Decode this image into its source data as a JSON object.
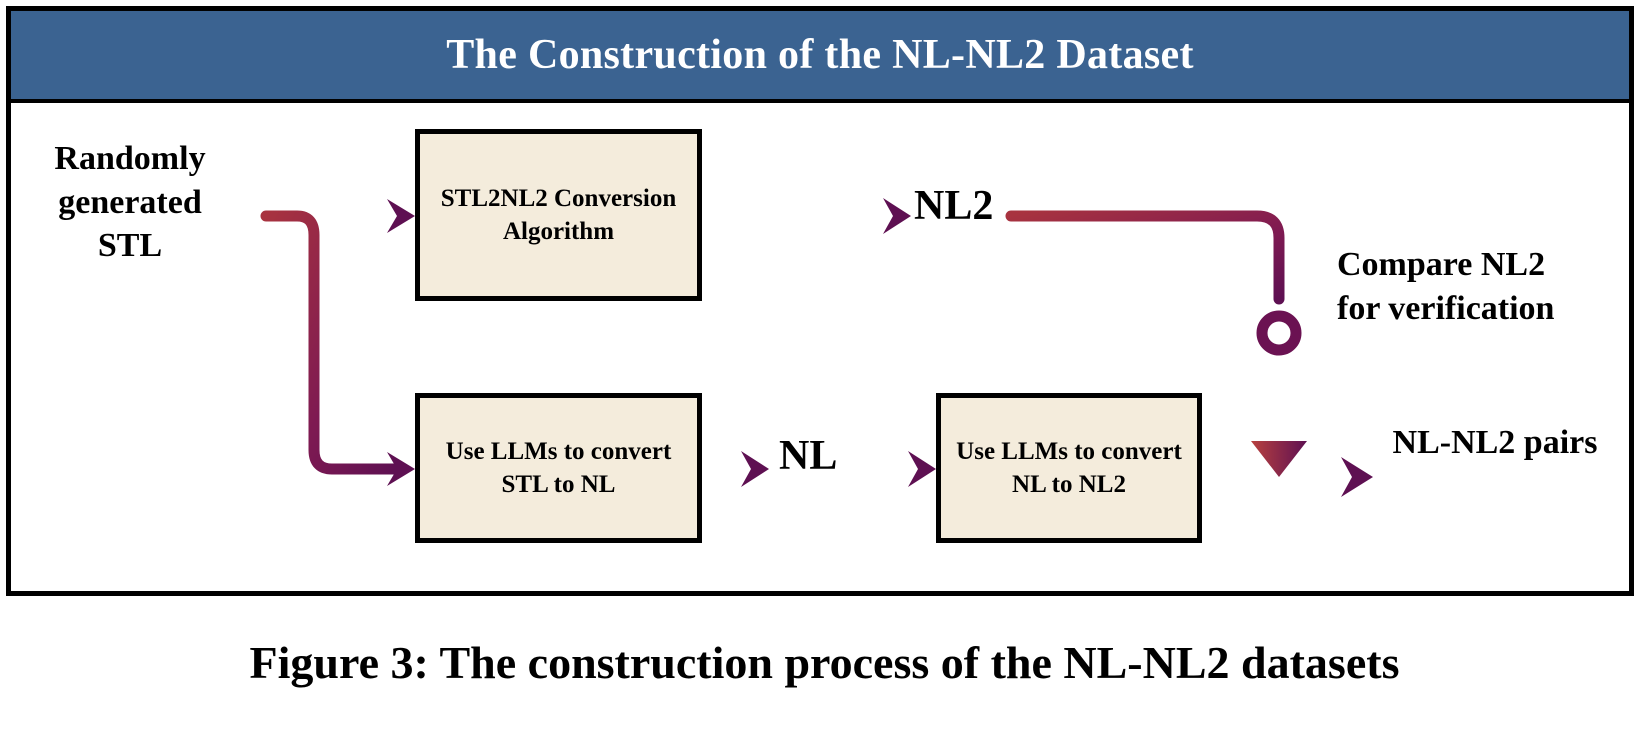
{
  "figure": {
    "title": "The Construction of the NL-NL2 Dataset",
    "caption": "Figure 3: The construction process of the NL-NL2 datasets",
    "title_bar_color": "#3b6391",
    "box_fill_color": "#f4ecdc",
    "box_border_color": "#000000",
    "arrow_gradient_start": "#b03a3f",
    "arrow_gradient_end": "#5e1052"
  },
  "diagram": {
    "inputs": [
      {
        "name": "randomly-generated-stl",
        "text": "Randomly generated STL"
      }
    ],
    "boxes": [
      {
        "name": "stl2nl2-conversion-algorithm",
        "text": "STL2NL2 Conversion Algorithm"
      },
      {
        "name": "use-llms-convert-stl-to-nl",
        "text": "Use LLMs to convert STL to NL"
      },
      {
        "name": "use-llms-convert-nl-to-nl2",
        "text": "Use LLMs to convert NL to NL2"
      }
    ],
    "intermediates": [
      {
        "name": "nl2-label",
        "text": "NL2"
      },
      {
        "name": "nl-label",
        "text": "NL"
      }
    ],
    "annotations": [
      {
        "name": "compare-nl2-for-verification",
        "text": "Compare NL2 for verification"
      }
    ],
    "outputs": [
      {
        "name": "nl-nl2-pairs",
        "text": "NL-NL2 pairs"
      }
    ]
  }
}
